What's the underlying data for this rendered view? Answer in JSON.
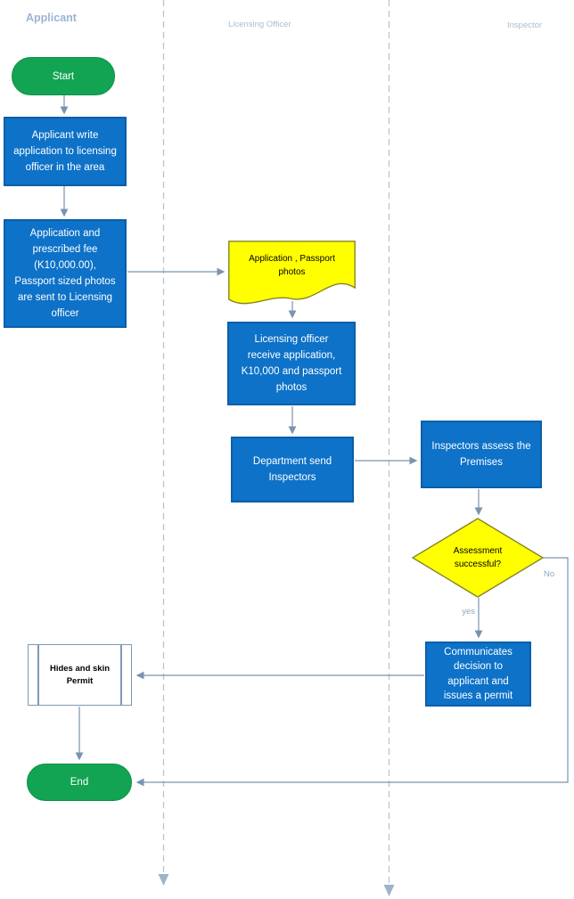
{
  "lanes": [
    {
      "title": "Applicant"
    },
    {
      "title": "Licensing Officer"
    },
    {
      "title": "Inspector"
    }
  ],
  "nodes": {
    "start": {
      "type": "terminator",
      "label": "Start"
    },
    "write_application": {
      "type": "process",
      "label": "Applicant write\napplication to licensing\nofficer in the area"
    },
    "send_documents": {
      "type": "process",
      "label": "Application and\nprescribed fee\n(K10,000.00),\nPassport sized photos\nare sent to Licensing\nofficer"
    },
    "application_documents": {
      "type": "document",
      "label": "Application , Passport\nphotos"
    },
    "receive_application": {
      "type": "process",
      "label": "Licensing officer\nreceive application,\nK10,000 and passport\nphotos"
    },
    "send_inspectors": {
      "type": "process",
      "label": "Department send\nInspectors"
    },
    "assess_premises": {
      "type": "process",
      "label": "Inspectors assess the\nPremises"
    },
    "assessment_decision": {
      "type": "decision",
      "label": "Assessment\nsuccessful?"
    },
    "communicate_decision": {
      "type": "process",
      "label": "Communicates\ndecision to\napplicant and\nissues a permit"
    },
    "permit": {
      "type": "predefined-process",
      "label": "Hides and skin\nPermit"
    },
    "end": {
      "type": "terminator",
      "label": "End"
    }
  },
  "edge_labels": {
    "yes": "yes",
    "no": "No"
  },
  "colors": {
    "process_fill": "#0d72c8",
    "process_border": "#0a5fa8",
    "terminator_fill": "#12a452",
    "decision_fill": "#ffff00",
    "decision_border": "#85852b",
    "predefined_border": "#7f99b4",
    "connector": "#7b93af",
    "lane_divider": "#b7c5d3",
    "lane_title": "#a9bdd3",
    "text_light": "#ffffff",
    "text_dark": "#000000"
  }
}
